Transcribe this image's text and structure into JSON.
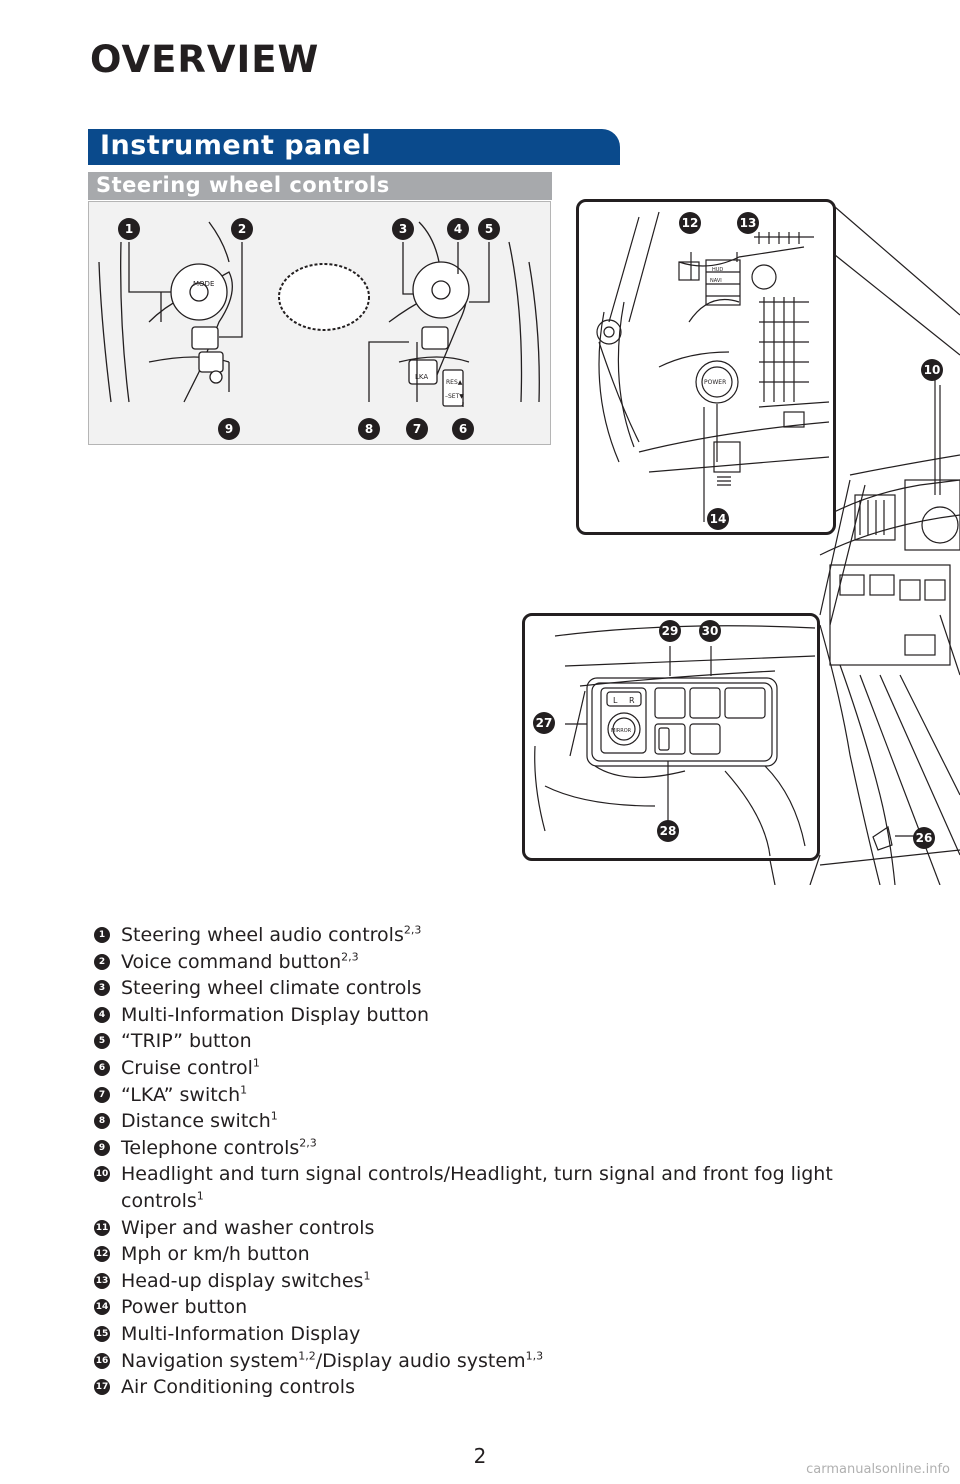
{
  "page": {
    "title": "OVERVIEW",
    "section": "Instrument panel",
    "subsection": "Steering wheel controls",
    "page_number": "2",
    "watermark": "carmanualsonline.info"
  },
  "colors": {
    "banner": "#0a4a8c",
    "sub_banner": "#a7a9ac",
    "text": "#231f20"
  },
  "callouts": {
    "steering": [
      "1",
      "2",
      "3",
      "4",
      "5",
      "6",
      "7",
      "8",
      "9"
    ],
    "main": [
      "12",
      "13",
      "14",
      "10",
      "26",
      "27",
      "28",
      "29",
      "30"
    ]
  },
  "diagram_labels": {
    "mode": "MODE",
    "lka": "LKA",
    "res": "RES▲",
    "set": "–SET▼",
    "power": "POWER",
    "hud": "HUD",
    "navi": "NAVI",
    "mirror": "MIRROR",
    "l": "L",
    "r": "R"
  },
  "legend": [
    {
      "num": "1",
      "text": "Steering wheel audio controls",
      "sup": "2,3"
    },
    {
      "num": "2",
      "text": "Voice command button",
      "sup": "2,3"
    },
    {
      "num": "3",
      "text": "Steering wheel climate controls",
      "sup": ""
    },
    {
      "num": "4",
      "text": "Multi-Information Display button",
      "sup": ""
    },
    {
      "num": "5",
      "text": "“TRIP” button",
      "sup": ""
    },
    {
      "num": "6",
      "text": "Cruise control",
      "sup": "1"
    },
    {
      "num": "7",
      "text": "“LKA” switch",
      "sup": "1"
    },
    {
      "num": "8",
      "text": "Distance switch",
      "sup": "1"
    },
    {
      "num": "9",
      "text": "Telephone controls",
      "sup": "2,3"
    },
    {
      "num": "10",
      "text": "Headlight and turn signal controls/Headlight, turn signal and front fog light controls",
      "sup": "1"
    },
    {
      "num": "11",
      "text": "Wiper and washer controls",
      "sup": ""
    },
    {
      "num": "12",
      "text": "Mph or km/h button",
      "sup": ""
    },
    {
      "num": "13",
      "text": "Head-up display switches",
      "sup": "1"
    },
    {
      "num": "14",
      "text": "Power button",
      "sup": ""
    },
    {
      "num": "15",
      "text": "Multi-Information Display",
      "sup": ""
    },
    {
      "num": "16",
      "text": "Navigation system",
      "sup": "1,2",
      "text2": "/Display audio system",
      "sup2": "1,3"
    },
    {
      "num": "17",
      "text": "Air Conditioning controls",
      "sup": ""
    }
  ]
}
